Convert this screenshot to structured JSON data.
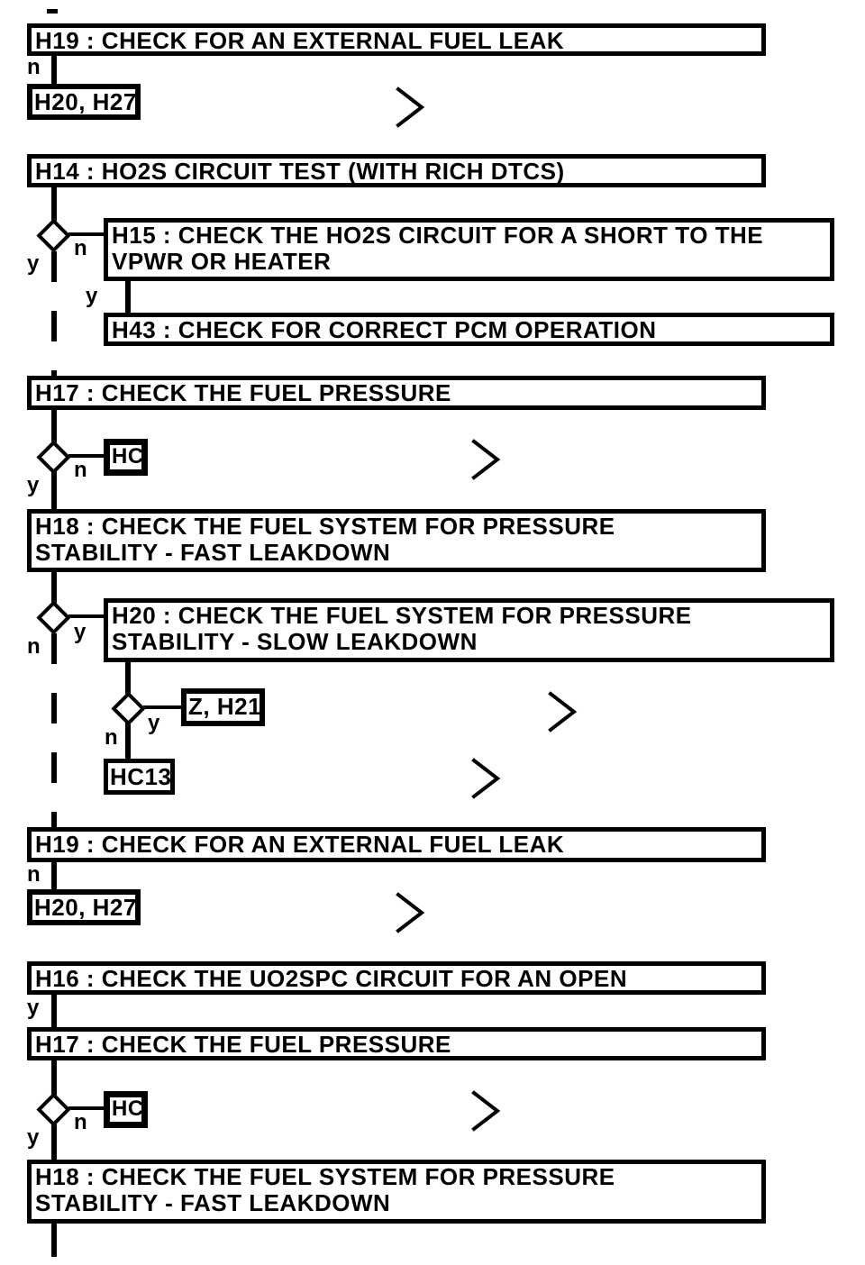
{
  "colors": {
    "ink": "#000000",
    "paper": "#ffffff",
    "box_fill": "#ffffff"
  },
  "branch": {
    "yes": "y",
    "no": "n"
  },
  "icons": {
    "continuation_chevron": "chevron-right"
  },
  "boxes": {
    "h19_top": {
      "label": "H19 : CHECK FOR AN EXTERNAL FUEL LEAK"
    },
    "h20_h27_top": {
      "label": "H20, H27"
    },
    "h14": {
      "label": "H14 : HO2S CIRCUIT TEST (WITH RICH DTCS)"
    },
    "h15": {
      "label": "H15 : CHECK THE HO2S CIRCUIT FOR A SHORT TO THE\nVPWR OR HEATER"
    },
    "h43": {
      "label": "H43 : CHECK FOR CORRECT PCM OPERATION"
    },
    "h17_a": {
      "label": "H17 : CHECK THE FUEL PRESSURE"
    },
    "hc_a": {
      "label": "HC"
    },
    "h18_a": {
      "label": "H18 : CHECK THE FUEL SYSTEM FOR PRESSURE\nSTABILITY - FAST LEAKDOWN"
    },
    "h20": {
      "label": "H20 : CHECK THE FUEL SYSTEM FOR PRESSURE\nSTABILITY - SLOW LEAKDOWN"
    },
    "z_h21": {
      "label": "Z, H21"
    },
    "hc13": {
      "label": "HC13"
    },
    "h19_mid": {
      "label": "H19 : CHECK FOR AN EXTERNAL FUEL LEAK"
    },
    "h20_h27_mid": {
      "label": "H20, H27"
    },
    "h16": {
      "label": "H16 : CHECK THE UO2SPC CIRCUIT FOR AN OPEN"
    },
    "h17_b": {
      "label": "H17 : CHECK THE FUEL PRESSURE"
    },
    "hc_b": {
      "label": "HC"
    },
    "h18_b": {
      "label": "H18 : CHECK THE FUEL SYSTEM FOR PRESSURE\nSTABILITY - FAST LEAKDOWN"
    }
  }
}
